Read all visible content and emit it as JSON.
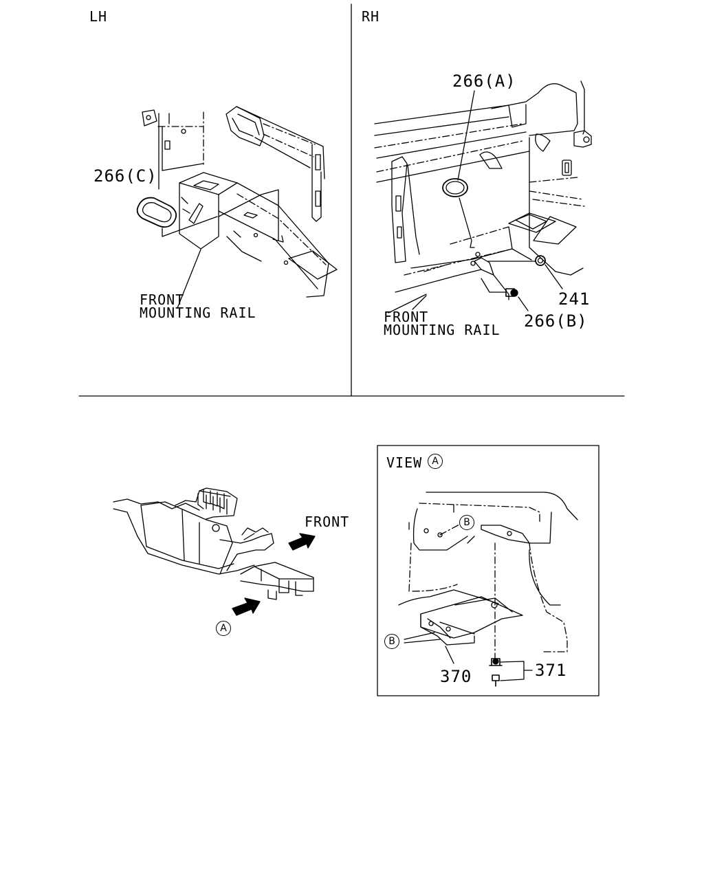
{
  "panels": {
    "lh": {
      "title": "LH",
      "part_266c": "266(C)",
      "front": "FRONT",
      "rail": "MOUNTING RAIL"
    },
    "rh": {
      "title": "RH",
      "part_266a": "266(A)",
      "part_241": "241",
      "part_266b": "266(B)",
      "front": "FRONT",
      "rail": "MOUNTING RAIL"
    },
    "overview": {
      "front": "FRONT",
      "marker_a": "A"
    },
    "view_a": {
      "view": "VIEW",
      "marker_a": "A",
      "marker_b": "B",
      "part_370": "370",
      "part_371": "371"
    }
  }
}
